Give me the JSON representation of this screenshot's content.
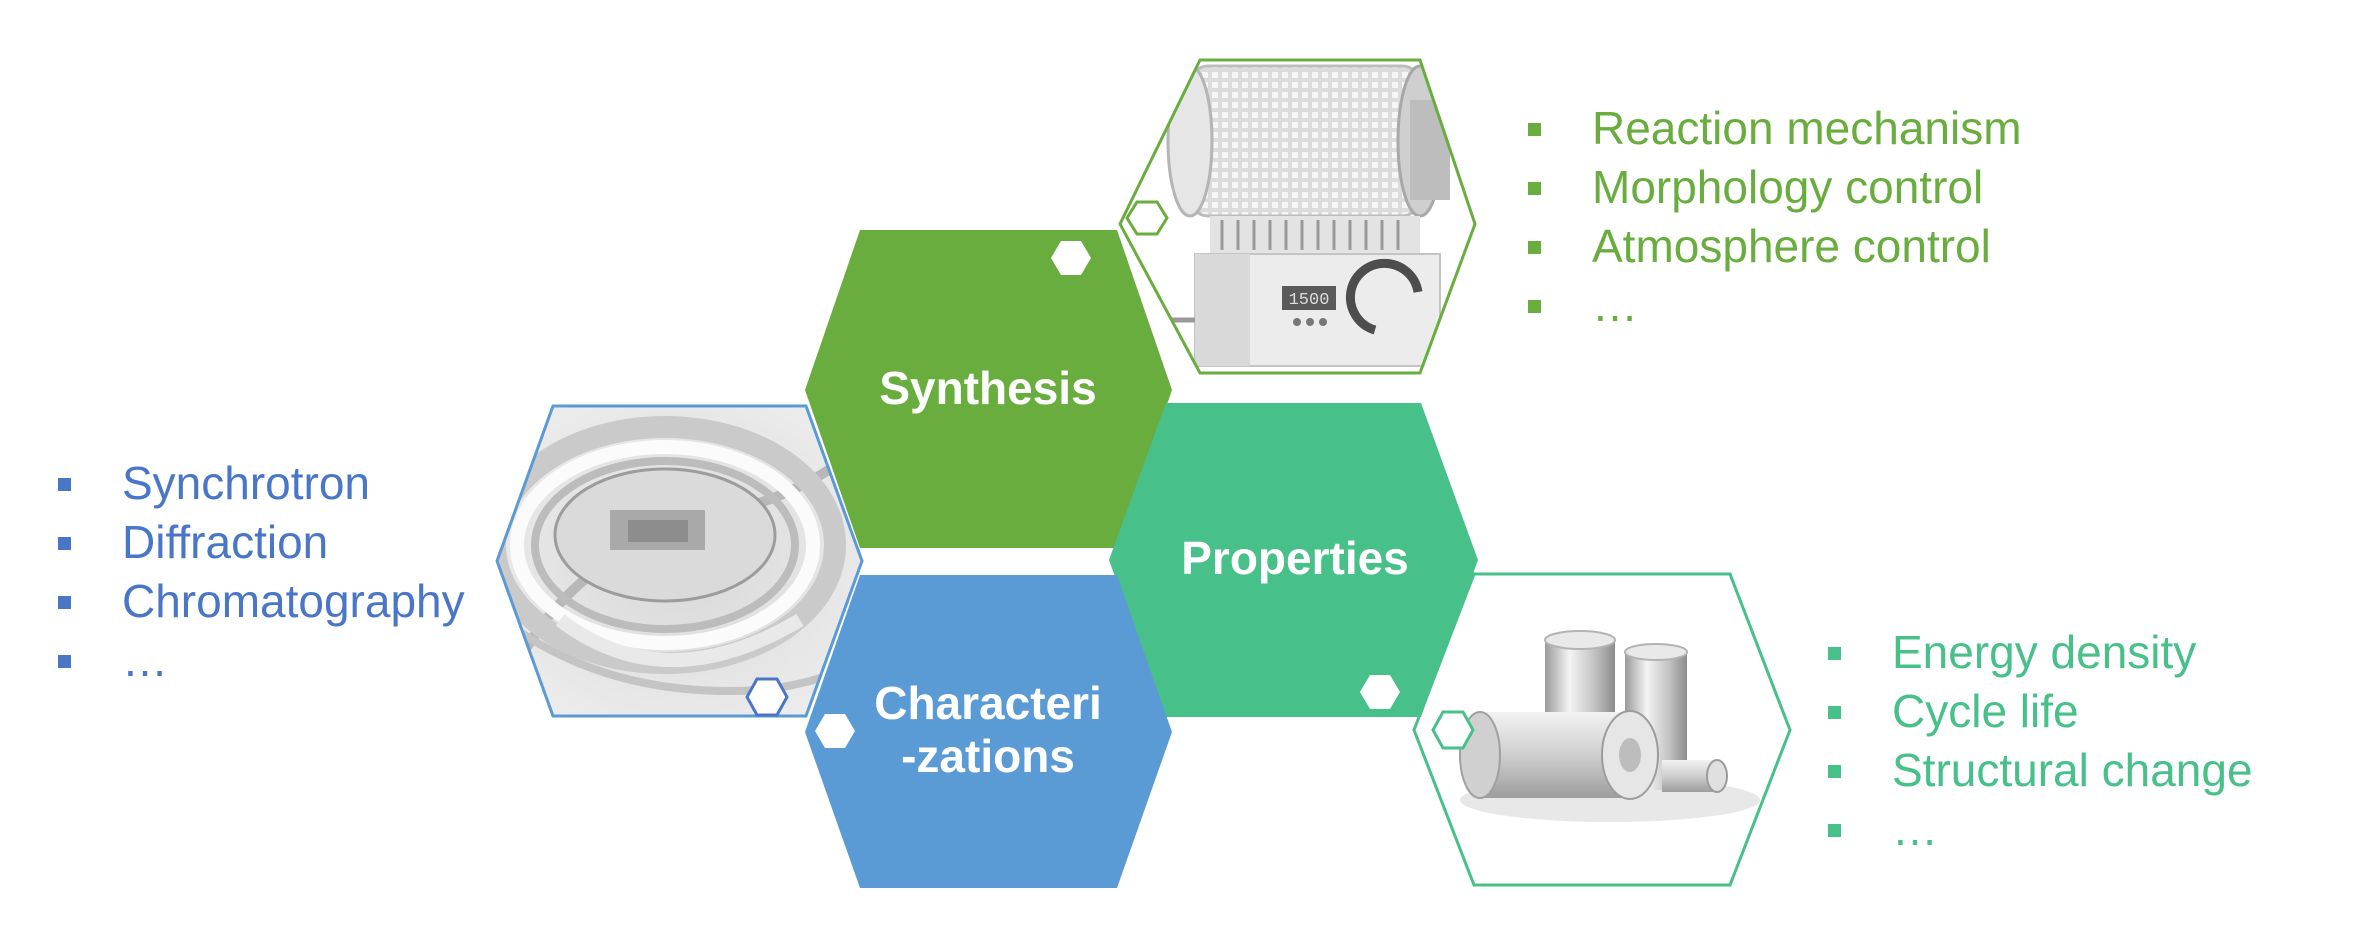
{
  "colors": {
    "synthesis": "#6aad3f",
    "properties": "#48c08a",
    "characterizations": "#5b9bd5",
    "characterizations_text": "#4a76c8"
  },
  "hexagons": {
    "synthesis": {
      "label": "Synthesis"
    },
    "properties": {
      "label": "Properties"
    },
    "characterizations": {
      "label_line1": "Characteri",
      "label_line2": "-zations"
    }
  },
  "images": {
    "tube_furnace": {
      "icon": "tube-furnace-image",
      "display_text": "1500"
    },
    "synchrotron": {
      "icon": "synchrotron-aerial-image"
    },
    "batteries": {
      "icon": "cylindrical-battery-cells-image"
    }
  },
  "lists": {
    "synthesis": [
      "Reaction mechanism",
      "Morphology control",
      "Atmosphere control",
      "…"
    ],
    "characterizations": [
      "Synchrotron",
      "Diffraction",
      "Chromatography",
      "…"
    ],
    "properties": [
      "Energy density",
      "Cycle life",
      "Structural change",
      "…"
    ]
  }
}
